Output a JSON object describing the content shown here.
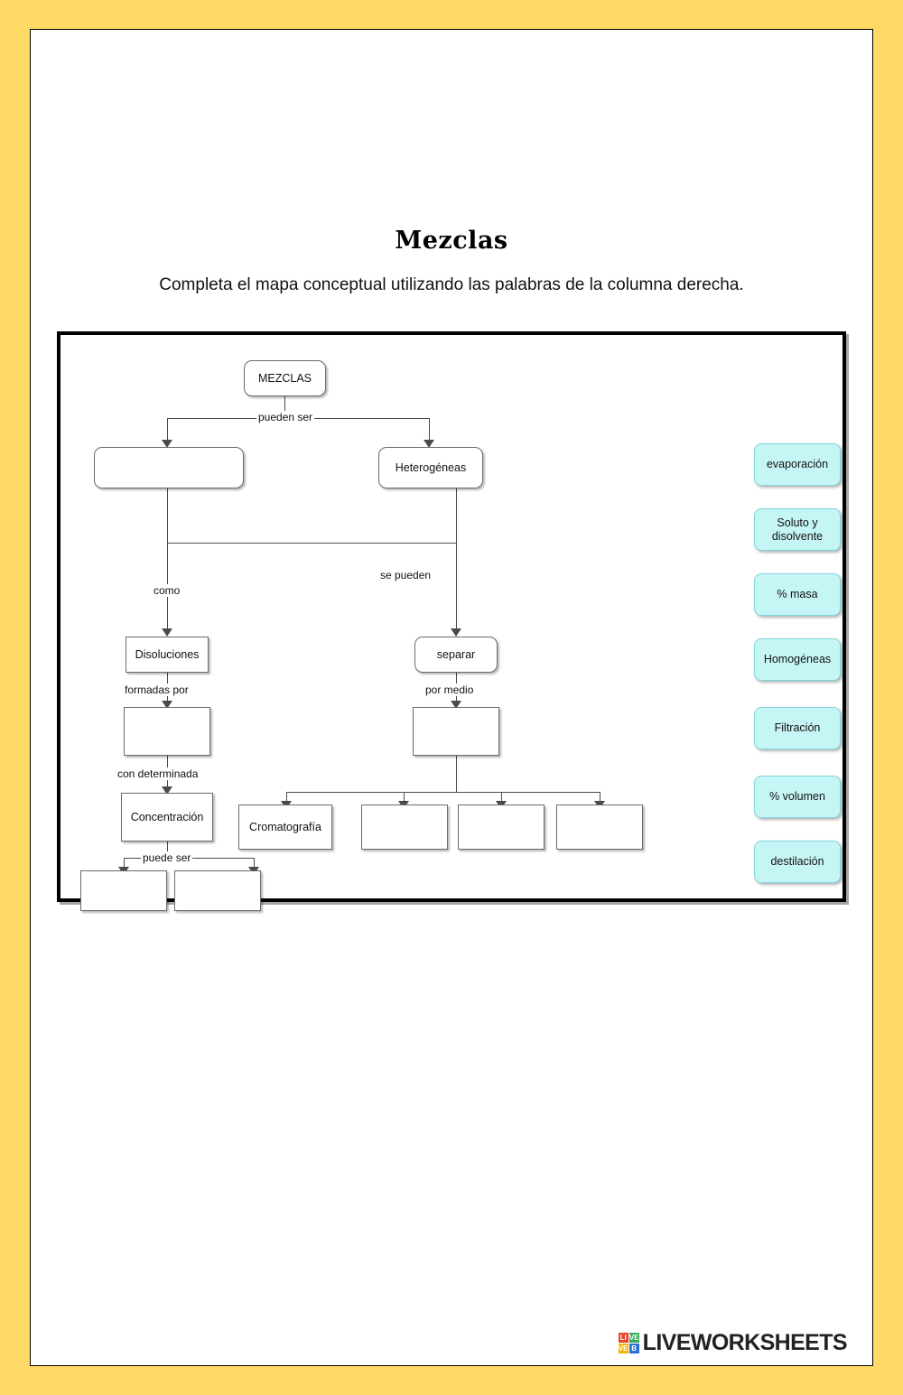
{
  "page": {
    "title": "Mezclas",
    "instruction": "Completa el mapa conceptual utilizando las palabras de la columna derecha."
  },
  "diagram": {
    "nodes": [
      {
        "id": "mezclas",
        "label": "MEZCLAS"
      },
      {
        "id": "blank-homog",
        "label": ""
      },
      {
        "id": "heterogeneas",
        "label": "Heterogéneas"
      },
      {
        "id": "disoluciones",
        "label": "Disoluciones"
      },
      {
        "id": "separar",
        "label": "separar"
      },
      {
        "id": "blank-soluto",
        "label": ""
      },
      {
        "id": "blank-pormedio",
        "label": ""
      },
      {
        "id": "concentracion",
        "label": "Concentración"
      },
      {
        "id": "cromatografia",
        "label": "Cromatografía"
      },
      {
        "id": "blank-met-1",
        "label": ""
      },
      {
        "id": "blank-met-2",
        "label": ""
      },
      {
        "id": "blank-met-3",
        "label": ""
      },
      {
        "id": "blank-conc-1",
        "label": ""
      },
      {
        "id": "blank-conc-2",
        "label": ""
      }
    ],
    "connector_labels": [
      {
        "id": "pueden-ser",
        "text": "pueden ser"
      },
      {
        "id": "como",
        "text": "como"
      },
      {
        "id": "se-pueden",
        "text": "se pueden"
      },
      {
        "id": "formadas-por",
        "text": "formadas por"
      },
      {
        "id": "por-medio",
        "text": "por medio"
      },
      {
        "id": "con-determinada",
        "text": "con determinada"
      },
      {
        "id": "puede-ser",
        "text": "puede ser"
      }
    ]
  },
  "word_bank": {
    "items": [
      {
        "id": "evaporacion",
        "label": "evaporación"
      },
      {
        "id": "soluto-y-disolvente",
        "label": "Soluto y disolvente"
      },
      {
        "id": "porcentaje-masa",
        "label": "% masa"
      },
      {
        "id": "homogeneas",
        "label": "Homogéneas"
      },
      {
        "id": "filtracion",
        "label": "Filtración"
      },
      {
        "id": "porcentaje-volumen",
        "label": "% volumen"
      },
      {
        "id": "destilacion",
        "label": "destilación"
      }
    ]
  },
  "footer": {
    "brand": "LIVEWORKSHEETS",
    "logo_letters": [
      "LI",
      "VE",
      "VE",
      "B"
    ]
  }
}
